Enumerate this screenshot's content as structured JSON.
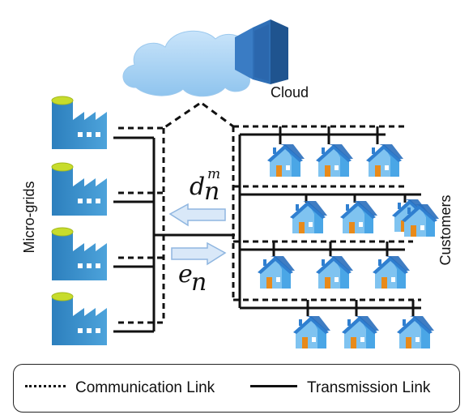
{
  "labels": {
    "cloud": "Cloud",
    "micro_grids": "Micro-grids",
    "customers": "Customers",
    "dnm_base": "d",
    "dnm_sub": "n",
    "dnm_sup": "m",
    "en_base": "e",
    "en_sub": "n"
  },
  "legend": {
    "communication": "Communication Link",
    "transmission": "Transmission Link"
  },
  "icons": {
    "cloud": "cloud-icon",
    "database": "database-icon",
    "factory": "factory-icon",
    "house": "house-icon",
    "arrow_left": "arrow-left-icon",
    "arrow_right": "arrow-right-icon"
  },
  "colors": {
    "factory": "#3e8fc8",
    "factory_top": "#c5da2a",
    "house_roof": "#2f7fd0",
    "house_wall": "#7fc3f0",
    "house_door": "#e88a1a",
    "cloud": "#aed6f5",
    "arrow_fill": "#d9e8f8",
    "arrow_stroke": "#8fb6e0",
    "database": "#2f6fb6"
  }
}
